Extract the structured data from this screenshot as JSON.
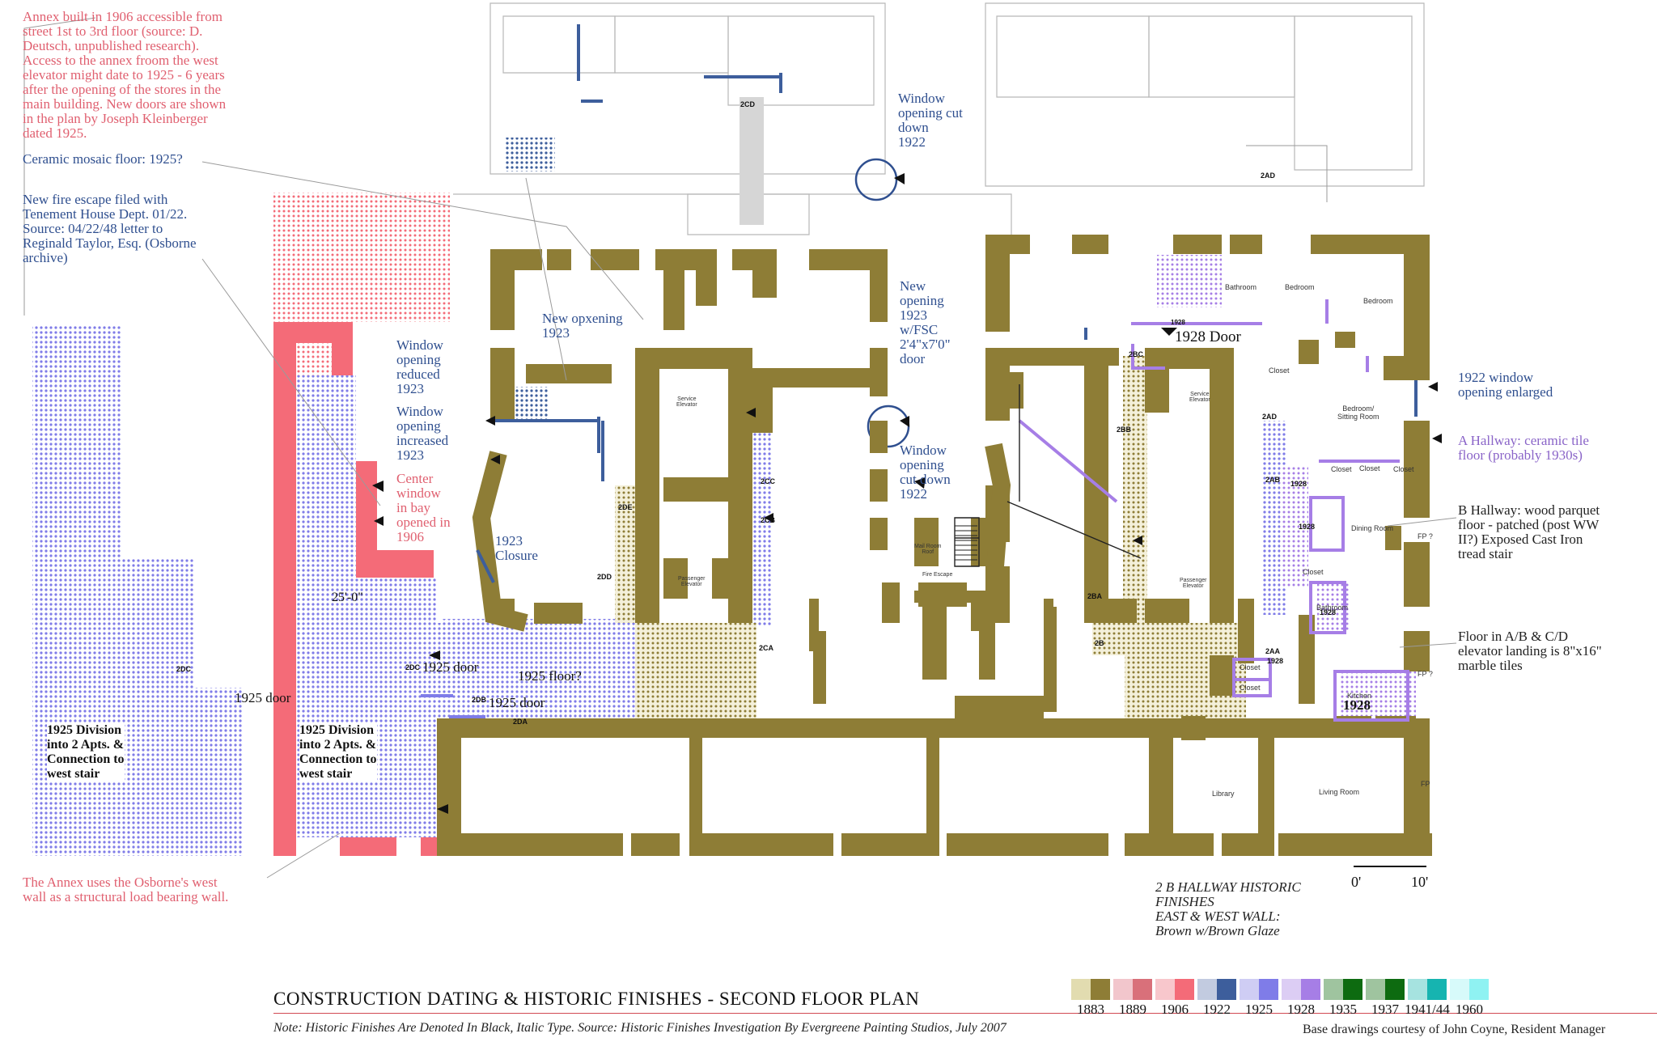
{
  "colors": {
    "c1883": "#8e7d36",
    "c1889": "#d9707a",
    "c1906": "#f46b78",
    "c1922": "#3d5e9c",
    "c1925": "#7f7ce8",
    "c1928": "#a67ee6",
    "c1935": "#0d6b10",
    "c1937": "#0d6b10",
    "c1941": "#16b4b0",
    "c1960": "#8ff2f2",
    "note_blue": "#2f4f8f",
    "note_red": "#e06070",
    "note_purple": "#8a64c8"
  },
  "notes": {
    "annex_built": "Annex built in 1906 accessible from\nstreet 1st to 3rd floor (source: D.\nDeutsch, unpublished research).\nAccess to the annex froom the west\nelevator might date to 1925 - 6 years\nafter the opening of the stores in the\nmain building. New doors are shown\nin the plan by Joseph Kleinberger\ndated 1925.",
    "ceramic_mosaic": "Ceramic mosaic floor: 1925?",
    "fire_escape": "New fire escape filed with\nTenement House Dept. 01/22.\nSource: 04/22/48 letter to\nReginald Taylor, Esq. (Osborne\narchive)",
    "annex_wall": "The Annex uses the Osborne's west\nwall as a structural load bearing wall.",
    "window_cut_top": "Window\nopening cut\ndown\n1922",
    "new_opxening": "New opxening\n1923",
    "window_reduced": "Window\nopening\nreduced\n1923",
    "window_increased": "Window\nopening\nincreased\n1923",
    "center_window": "Center\nwindow\nin bay\nopened in\n1906",
    "closure": "1923\nClosure",
    "new_opening_fsc": "New\nopening\n1923\nw/FSC\n2'4\"x7'0\"\ndoor",
    "window_cut_mid": "Window\nopening\ncut down\n1922",
    "window_1922_enlarged": "1922 window\nopening enlarged",
    "a_hallway": "A Hallway: ceramic tile\nfloor (probably 1930s)",
    "b_hallway": "B Hallway: wood parquet\nfloor - patched (post WW\nII?) Exposed Cast Iron\ntread stair",
    "floor_landing": "Floor in A/B & C/D\nelevator landing is 8\"x16\"\nmarble tiles",
    "division_left": "1925 Division\ninto 2 Apts. &\nConnection to\nwest stair",
    "division_mid": "1925 Division\ninto 2 Apts. &\nConnection to\nwest stair",
    "hist_finishes": "2 B HALLWAY HISTORIC\nFINISHES\nEAST & WEST WALL:\nBrown w/Brown Glaze"
  },
  "plan_labels": {
    "door_1925_a": "1925 door",
    "door_1925_b": "1925 door",
    "door_1925_c": "1925 door",
    "floor_1925": "1925 floor?",
    "dim_25": "25'-0\"",
    "door_1928": "1928 Door",
    "kitchen_1928": "1928",
    "apt_2cd": "2CD",
    "apt_2ad_top": "2AD",
    "apt_2dc_left": "2DC",
    "apt_2dc_mid": "2DC",
    "apt_2db": "2DB",
    "apt_2da": "2DA",
    "apt_2dd": "2DD",
    "apt_2de": "2DE",
    "apt_2cc": "2CC",
    "apt_2cb": "2CB",
    "apt_2ca": "2CA",
    "apt_2bc": "2BC",
    "apt_2bb": "2BB",
    "apt_2ba": "2BA",
    "apt_2b": "2B",
    "apt_2ad": "2AD",
    "apt_2ab": "2AB",
    "apt_2aa": "2AA",
    "room_bathroom_top": "Bathroom",
    "room_bedroom_1": "Bedroom",
    "room_bedroom_2": "Bedroom",
    "room_bedroom_sitting": "Bedroom/\nSitting Room",
    "room_dining": "Dining Room",
    "room_bathroom_mid": "Bathroom",
    "room_kitchen": "Kitchen",
    "room_library": "Library",
    "room_living": "Living Room",
    "room_closet_1": "Closet",
    "room_closet_2": "Closet",
    "room_closet_3": "Closet",
    "room_closet_4": "Closet",
    "room_closet_5": "Closet",
    "room_closet_6": "Closet",
    "room_closet_7": "Closet",
    "service_elev_1": "Service\nElevator",
    "service_elev_2": "Service\nElevator",
    "passenger_elev_1": "Passenger\nElevator",
    "passenger_elev_2": "Passenger\nElevator",
    "mail_room": "Mail Room\nRoof",
    "fire_escape": "Fire Escape",
    "fp_1": "FP ?",
    "fp_2": "FP ?",
    "fp_3": "FP",
    "tag_1928_a": "1928",
    "tag_1928_b": "1928",
    "tag_1928_c": "1928",
    "tag_1928_d": "1928",
    "tag_1928_e": "1928"
  },
  "scale": {
    "zero": "0'",
    "ten": "10'"
  },
  "title": "CONSTRUCTION DATING & HISTORIC FINISHES - SECOND FLOOR PLAN",
  "footnote": "Note: Historic Finishes Are Denoted In Black, Italic Type. Source: Historic Finishes Investigation By Evergreene Painting Studios, July 2007",
  "credit": "Base drawings courtesy of John Coyne, Resident Manager",
  "legend": [
    {
      "year": "1883",
      "left": "#e2dcb0",
      "right": "#8e7d36"
    },
    {
      "year": "1889",
      "left": "#f2c6cc",
      "right": "#d9707a"
    },
    {
      "year": "1906",
      "left": "#f8c7cc",
      "right": "#f46b78"
    },
    {
      "year": "1922",
      "left": "#c2cbe0",
      "right": "#3d5e9c"
    },
    {
      "year": "1925",
      "left": "#cfcdf4",
      "right": "#7f7ce8"
    },
    {
      "year": "1928",
      "left": "#dccdf4",
      "right": "#a67ee6"
    },
    {
      "year": "1935",
      "left": "#9fc49f",
      "right": "#0d6b10"
    },
    {
      "year": "1937",
      "left": "#9fc49f",
      "right": "#0d6b10"
    },
    {
      "year": "1941/44",
      "left": "#a6e3e0",
      "right": "#16b4b0"
    },
    {
      "year": "1960",
      "left": "#d7fafa",
      "right": "#8ff2f2"
    }
  ]
}
